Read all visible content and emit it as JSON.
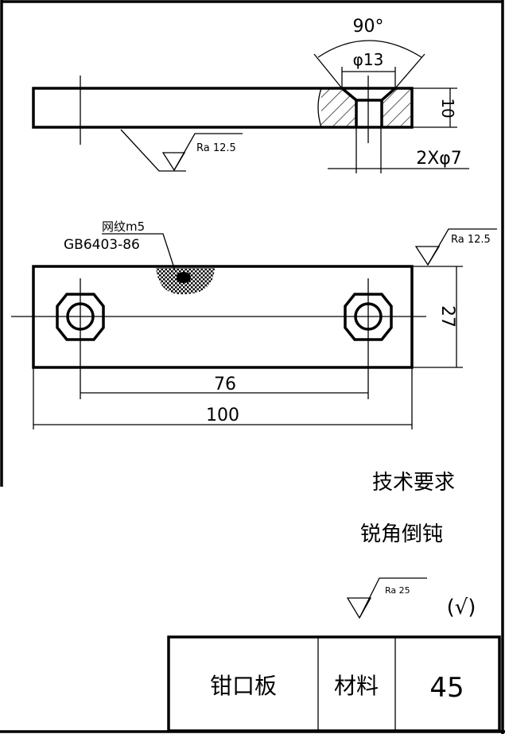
{
  "side_view": {
    "angle_label": "90°",
    "counterbore_dia_label": "φ13",
    "thickness_label": "10",
    "hole_label": "2Xφ7",
    "roughness_label": "Ra 12.5"
  },
  "front_view": {
    "knurl_label": "网纹m5",
    "knurl_standard": "GB6403-86",
    "roughness_label": "Ra 12.5",
    "height_label": "27",
    "hole_spacing_label": "76",
    "length_label": "100"
  },
  "technical_requirements": {
    "title": "技术要求",
    "item": "锐角倒钝",
    "general_roughness_label": "Ra 25",
    "other_mark": "(√)"
  },
  "title_block": {
    "part_name": "钳口板",
    "material_label": "材料",
    "material_value": "45"
  }
}
